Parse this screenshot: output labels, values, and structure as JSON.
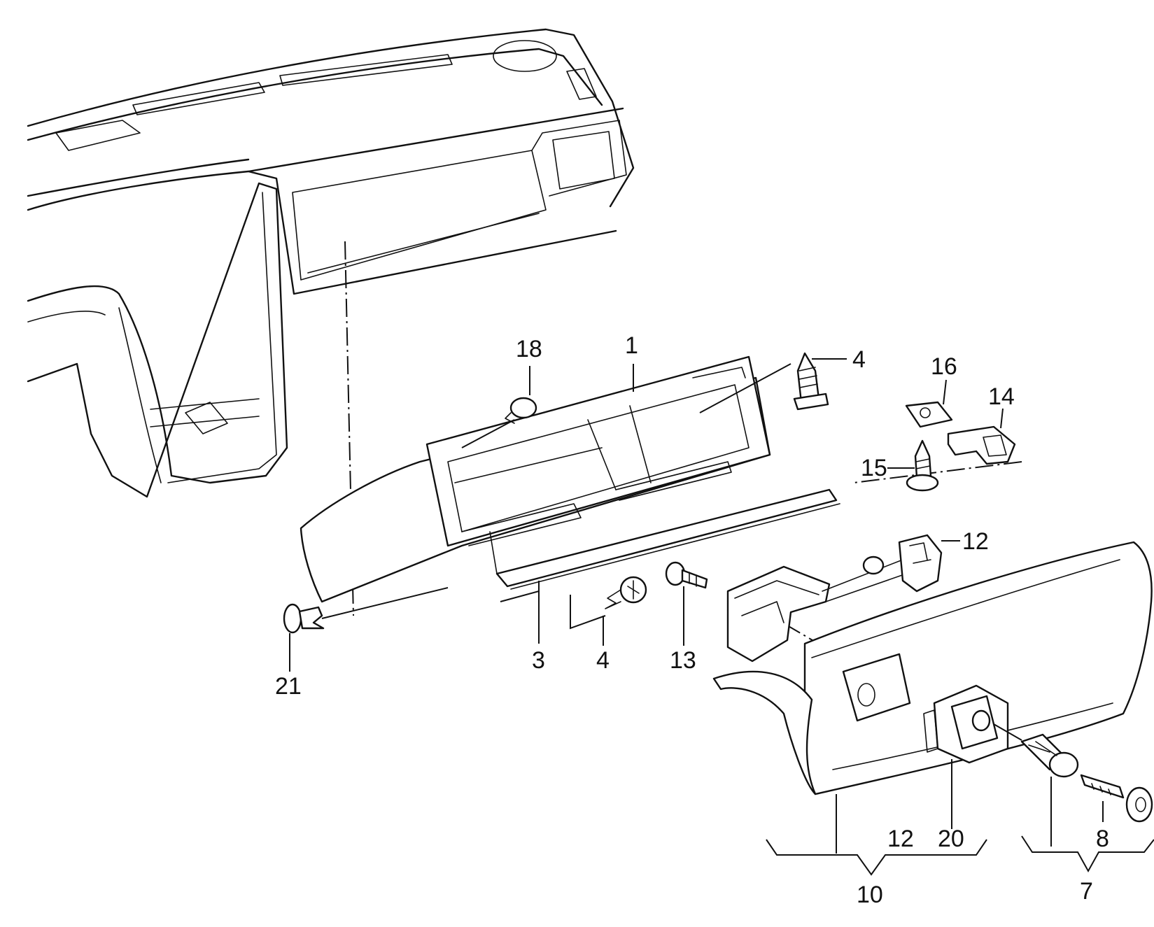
{
  "callouts": {
    "c1": "1",
    "c3": "3",
    "c4a": "4",
    "c4b": "4",
    "c7": "7",
    "c8": "8",
    "c10": "10",
    "c12a": "12",
    "c12b": "12",
    "c13": "13",
    "c14": "14",
    "c15": "15",
    "c16": "16",
    "c18": "18",
    "c20": "20",
    "c21": "21"
  }
}
